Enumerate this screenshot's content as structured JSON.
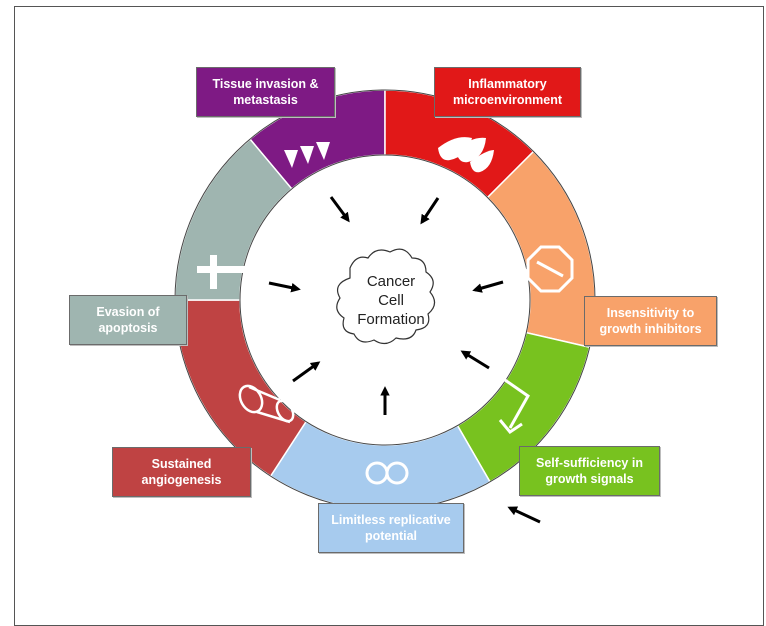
{
  "center": {
    "text": "Cancer\nCell\nFormation"
  },
  "hallmarks": {
    "tissue_invasion": {
      "label": "Tissue invasion &\nmetastasis",
      "color": "#7e1a84",
      "icon": "teeth-icon"
    },
    "inflammatory": {
      "label": "Inflammatory\nmicroenvironment",
      "color": "#e11818",
      "icon": "flame-drops-icon"
    },
    "insensitivity": {
      "label": "Insensitivity to\ngrowth inhibitors",
      "color": "#f8a26a",
      "icon": "stop-sign-icon"
    },
    "self_sufficiency": {
      "label": "Self-sufficiency in\ngrowth signals",
      "color": "#78c21f",
      "icon": "signal-arrow-icon"
    },
    "limitless": {
      "label": "Limitless replicative\npotential",
      "color": "#a7cbee",
      "icon": "infinity-icon"
    },
    "angiogenesis": {
      "label": "Sustained\nangiogenesis",
      "color": "#bf4343",
      "icon": "vessel-icon"
    },
    "apoptosis": {
      "label": "Evasion of\napoptosis",
      "color": "#9fb5b0",
      "icon": "cross-icon"
    }
  }
}
